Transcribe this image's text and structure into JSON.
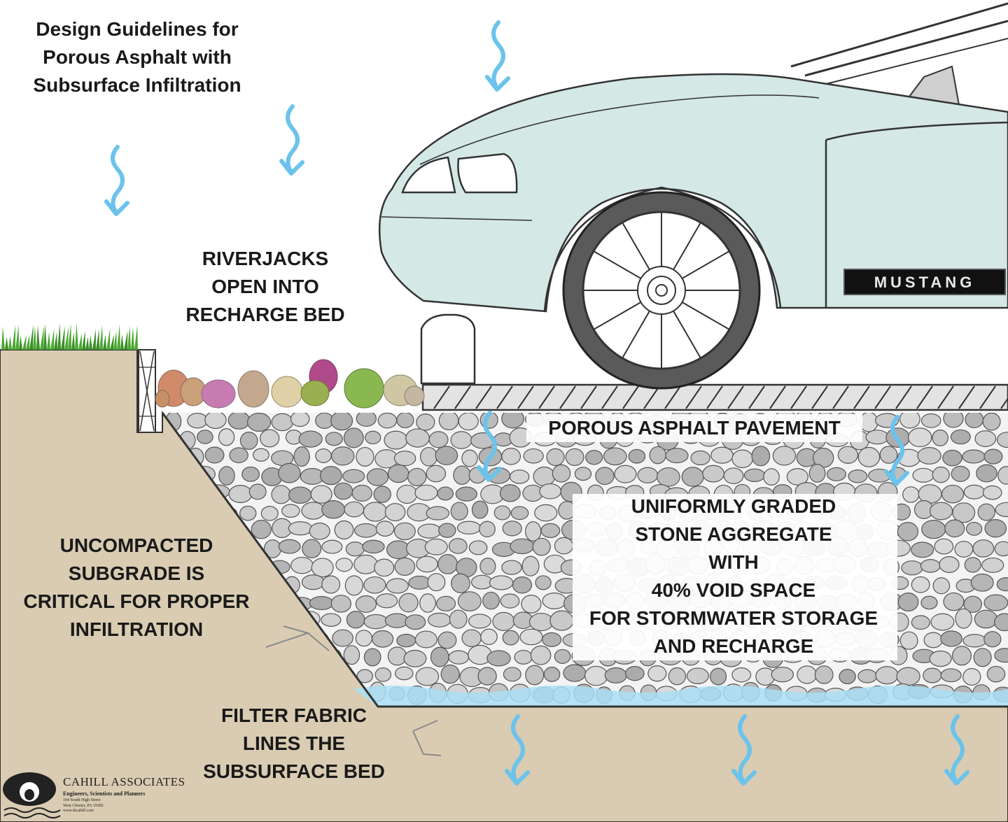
{
  "title_lines": [
    "Design Guidelines for",
    "Porous Asphalt with",
    "Subsurface Infiltration"
  ],
  "labels": {
    "riverjacks": [
      "RIVERJACKS",
      "OPEN INTO",
      "RECHARGE BED"
    ],
    "porous_asphalt": [
      "POROUS ASPHALT PAVEMENT"
    ],
    "aggregate": [
      "UNIFORMLY GRADED",
      "STONE AGGREGATE",
      "WITH",
      "40% VOID SPACE",
      "FOR STORMWATER STORAGE",
      "AND RECHARGE"
    ],
    "subgrade": [
      "UNCOMPACTED",
      "SUBGRADE IS",
      "CRITICAL FOR PROPER",
      "INFILTRATION"
    ],
    "filter_fabric": [
      "FILTER FABRIC",
      "LINES THE",
      "SUBSURFACE BED"
    ]
  },
  "car_badge": "MUSTANG",
  "logo": {
    "name": "CAHILL ASSOCIATES",
    "tagline": "Engineers, Scientists and Planners",
    "address": [
      "104 South High Street",
      "West Chester, PA 19382",
      "www.thcahill.com"
    ]
  },
  "colors": {
    "soil": "#d9ccb2",
    "car_body": "#d4e8e6",
    "rain_arrow": "#6bc3ec",
    "grass": "#4aa832",
    "stone": "#c9c9c9",
    "water": "#a9dff5",
    "outline": "#333333"
  },
  "icons": [
    "rain-arrow-icon",
    "grass-icon",
    "riverjack-stones-icon",
    "car-icon",
    "wheel-icon",
    "cahill-logo-icon"
  ]
}
